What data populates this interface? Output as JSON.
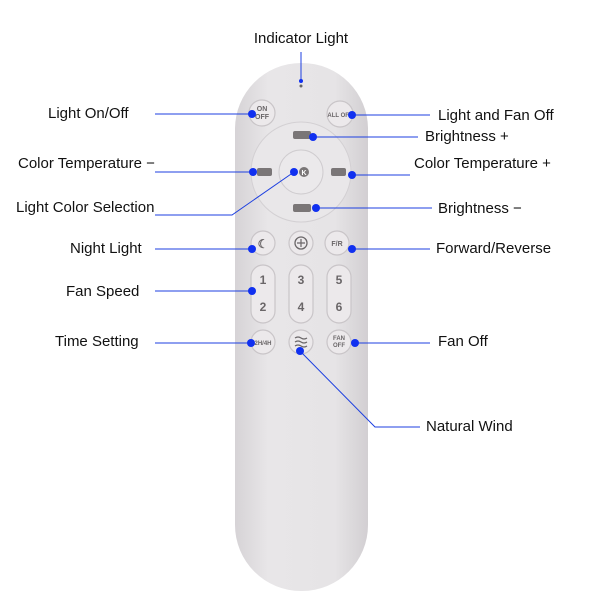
{
  "labels": {
    "indicator_light": "Indicator Light",
    "light_on_off": "Light On/Off",
    "light_and_fan_off": "Light and Fan Off",
    "brightness_plus": "Brightness +",
    "color_temp_minus": "Color Temperature −",
    "color_temp_plus": "Color Temperature +",
    "light_color_selection": "Light Color Selection",
    "brightness_minus": "Brightness −",
    "night_light": "Night Light",
    "forward_reverse": "Forward/Reverse",
    "fan_speed": "Fan Speed",
    "time_setting": "Time Setting",
    "fan_off": "Fan Off",
    "natural_wind": "Natural Wind"
  },
  "buttons": {
    "on_off": [
      "ON",
      "OFF"
    ],
    "all_off": "ALL OFF",
    "k": "K",
    "fr": "F/R",
    "speeds": [
      "1",
      "2",
      "3",
      "4",
      "5",
      "6"
    ],
    "timer": "2H/4H",
    "fan_off": [
      "FAN",
      "OFF"
    ]
  },
  "colors": {
    "callout": "#1c3fe0",
    "remote_body": "#e4e2e4"
  }
}
